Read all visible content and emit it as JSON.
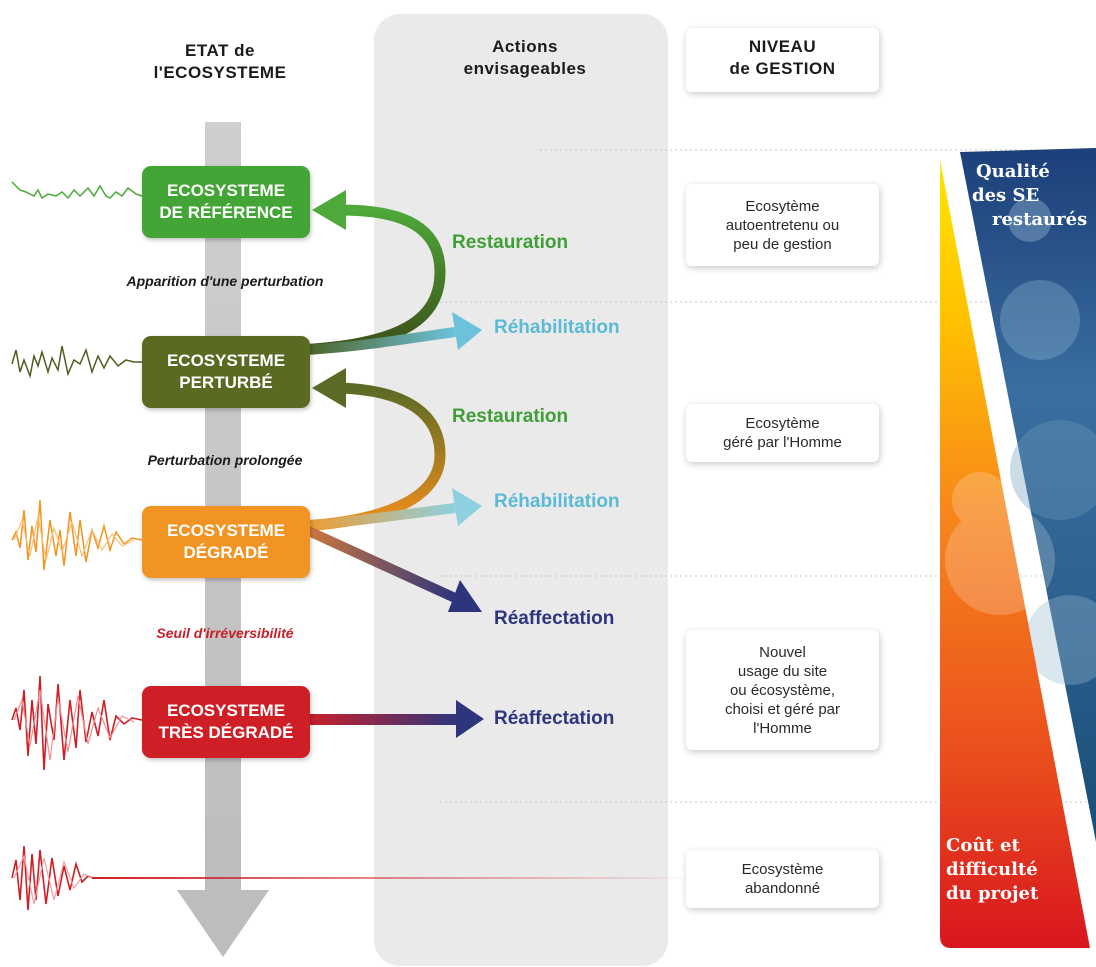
{
  "headers": {
    "state_line1": "ETAT de",
    "state_line2": "l'ECOSYSTEME",
    "actions_line1": "Actions",
    "actions_line2": "envisageables",
    "level_line1": "NIVEAU",
    "level_line2": "de GESTION"
  },
  "ecosystems": [
    {
      "line1": "ECOSYSTEME",
      "line2": "DE RÉFÉRENCE",
      "color": "#43a535"
    },
    {
      "line1": "ECOSYSTEME",
      "line2": "PERTURBÉ",
      "color": "#5a6a22"
    },
    {
      "line1": "ECOSYSTEME",
      "line2": "DÉGRADÉ",
      "color": "#f29424"
    },
    {
      "line1": "ECOSYSTEME",
      "line2": "TRÈS DÉGRADÉ",
      "color": "#cf1f26"
    }
  ],
  "events": {
    "perturbation": "Apparition d'une perturbation",
    "prolonged": "Perturbation prolongée",
    "threshold": "Seuil d'irréversibilité"
  },
  "actions": {
    "restoration_1": "Restauration",
    "rehabilitation_1": "Réhabilitation",
    "restoration_2": "Restauration",
    "rehabilitation_2": "Réhabilitation",
    "reallocation_1": "Réaffectation",
    "reallocation_2": "Réaffectation"
  },
  "management": {
    "self_maintained": [
      "Ecosytème",
      "autoentretenu ou",
      "peu de gestion"
    ],
    "human_managed": [
      "Ecosytème",
      "géré par l'Homme"
    ],
    "new_use": [
      "Nouvel",
      "usage du site",
      "ou écosystème,",
      "choisi et géré par",
      "l'Homme"
    ],
    "abandoned": [
      "Ecosystème",
      "abandonné"
    ]
  },
  "side": {
    "quality": [
      "Qualité",
      "des SE",
      "restaurés"
    ],
    "cost": [
      "Coût et",
      "difficulté",
      "du projet"
    ]
  },
  "colors": {
    "restoration": "#3f9e35",
    "rehabilitation": "#5bbad5",
    "reallocation": "#2d357d",
    "threshold": "#c8202a"
  }
}
